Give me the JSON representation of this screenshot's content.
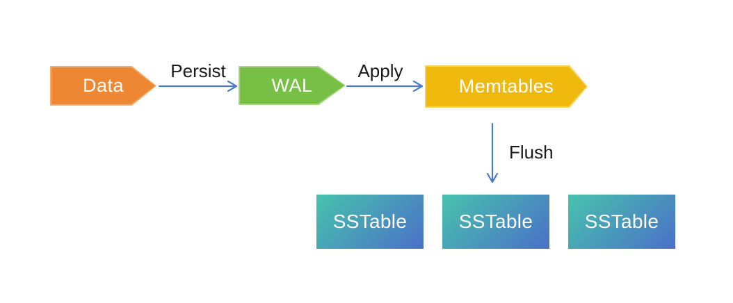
{
  "diagram": {
    "nodes": {
      "data": {
        "label": "Data"
      },
      "wal": {
        "label": "WAL"
      },
      "memtables": {
        "label": "Memtables"
      },
      "sstables": {
        "labels": [
          "SSTable",
          "SSTable",
          "SSTable"
        ]
      }
    },
    "edges": {
      "persist_label": "Persist",
      "apply_label": "Apply",
      "flush_label": "Flush"
    }
  },
  "colors": {
    "background": "#ffffff",
    "data_fill": "#ED8733",
    "data_edge": "#F3AC6B",
    "wal_fill": "#77BF45",
    "wal_edge": "#A5D67F",
    "memtables_fill": "#F0B90D",
    "memtables_edge": "#F6D35C",
    "sstable_from": "#47C3AC",
    "sstable_to": "#4B70C9",
    "arrow": "#4A79D4",
    "label_text": "#1A1A1A",
    "node_text": "#FFFFFF"
  }
}
